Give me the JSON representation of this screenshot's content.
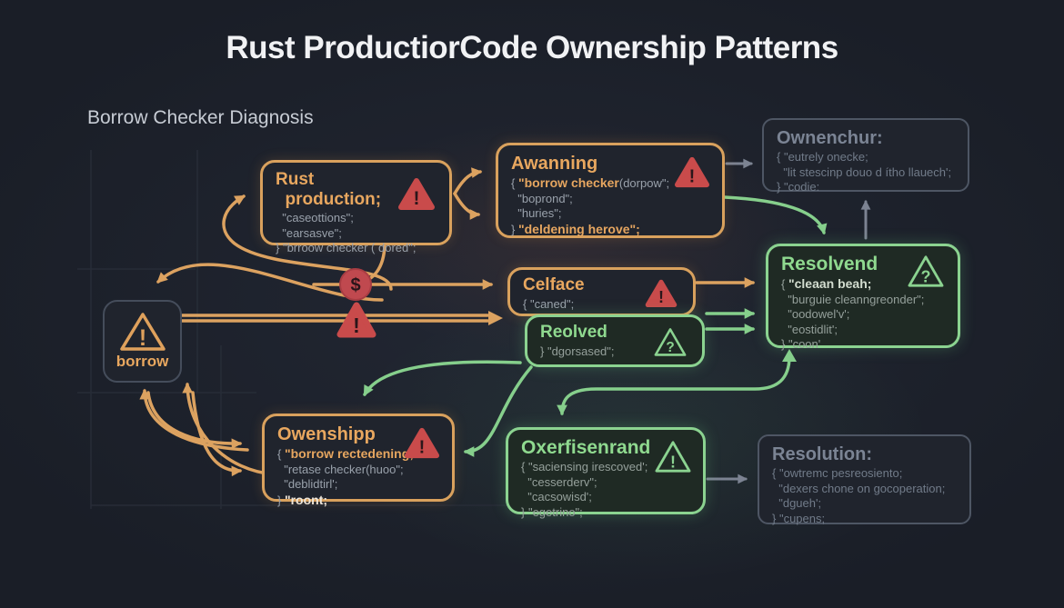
{
  "header": {
    "title": "Rust ProductiorCode Ownership Patterns",
    "subtitle": "Borrow Checker Diagnosis"
  },
  "colors": {
    "background": "#1c212a",
    "orange_accent": "#d9a15d",
    "green_accent": "#8bd390",
    "gray_accent": "#4e5664",
    "red_alert": "#c94b4b",
    "title_text": "#f1f2f4"
  },
  "icons": {
    "dollar": "$",
    "exclaim": "!",
    "question": "?"
  },
  "nodes": {
    "borrow": {
      "label": "borrow"
    },
    "rust_production": {
      "title1": "Rust",
      "title2": "  production;",
      "lines": [
        "  \"caseottions\";",
        "  \"earsasve\";",
        "} \"brroow checker ( dored\";"
      ]
    },
    "awanning": {
      "title": "Awanning",
      "open": "{ ",
      "keyword": "\"borrow checker",
      "rest": "(dorpow\";",
      "lines": [
        "  \"boprond\";",
        "  \"huries\";"
      ],
      "close": "} ",
      "closing_value": "\"deldening herove\";"
    },
    "ownenchur": {
      "title": "Ownenchur:",
      "lines": [
        "{ \"eutrely onecke;",
        "  \"lit stescinp douo d ítho llauech';",
        "} \"codie:"
      ]
    },
    "celface": {
      "title": "Celface",
      "lines": [
        "{ \"caned\";"
      ]
    },
    "reolved": {
      "title": "Reolved",
      "lines": [
        "} \"dgorsased\";"
      ]
    },
    "resolvend": {
      "title": "Resolvend",
      "open": "{ ",
      "keyword": "\"cleaan beah;",
      "lines": [
        "  \"burguie cleanngreonder\";",
        "  \"oodowel'v';",
        "  \"eostidlit';",
        "} \"coon'"
      ]
    },
    "owenshipp": {
      "title": "Owenshipp",
      "open": "{ ",
      "keyword": "\"borrow rectedening;",
      "lines": [
        "  \"retase checker(huoo\";",
        "  \"deblidtirl';"
      ],
      "close": "} ",
      "closing_value": "\"roont;"
    },
    "oxerfisenrand": {
      "title": "Oxerfisenrand",
      "lines": [
        "{ \"saciensing irescoved';",
        "  \"cesserderv\";",
        "  \"cacsowisd';",
        "} \"egetrino\";"
      ]
    },
    "resolution": {
      "title": "Resolution:",
      "lines": [
        "{ \"owtremc pesreosiento;",
        "  \"dexers chone on gocoperation;",
        "  \"dgueh';",
        "} \"cupens;"
      ]
    }
  }
}
